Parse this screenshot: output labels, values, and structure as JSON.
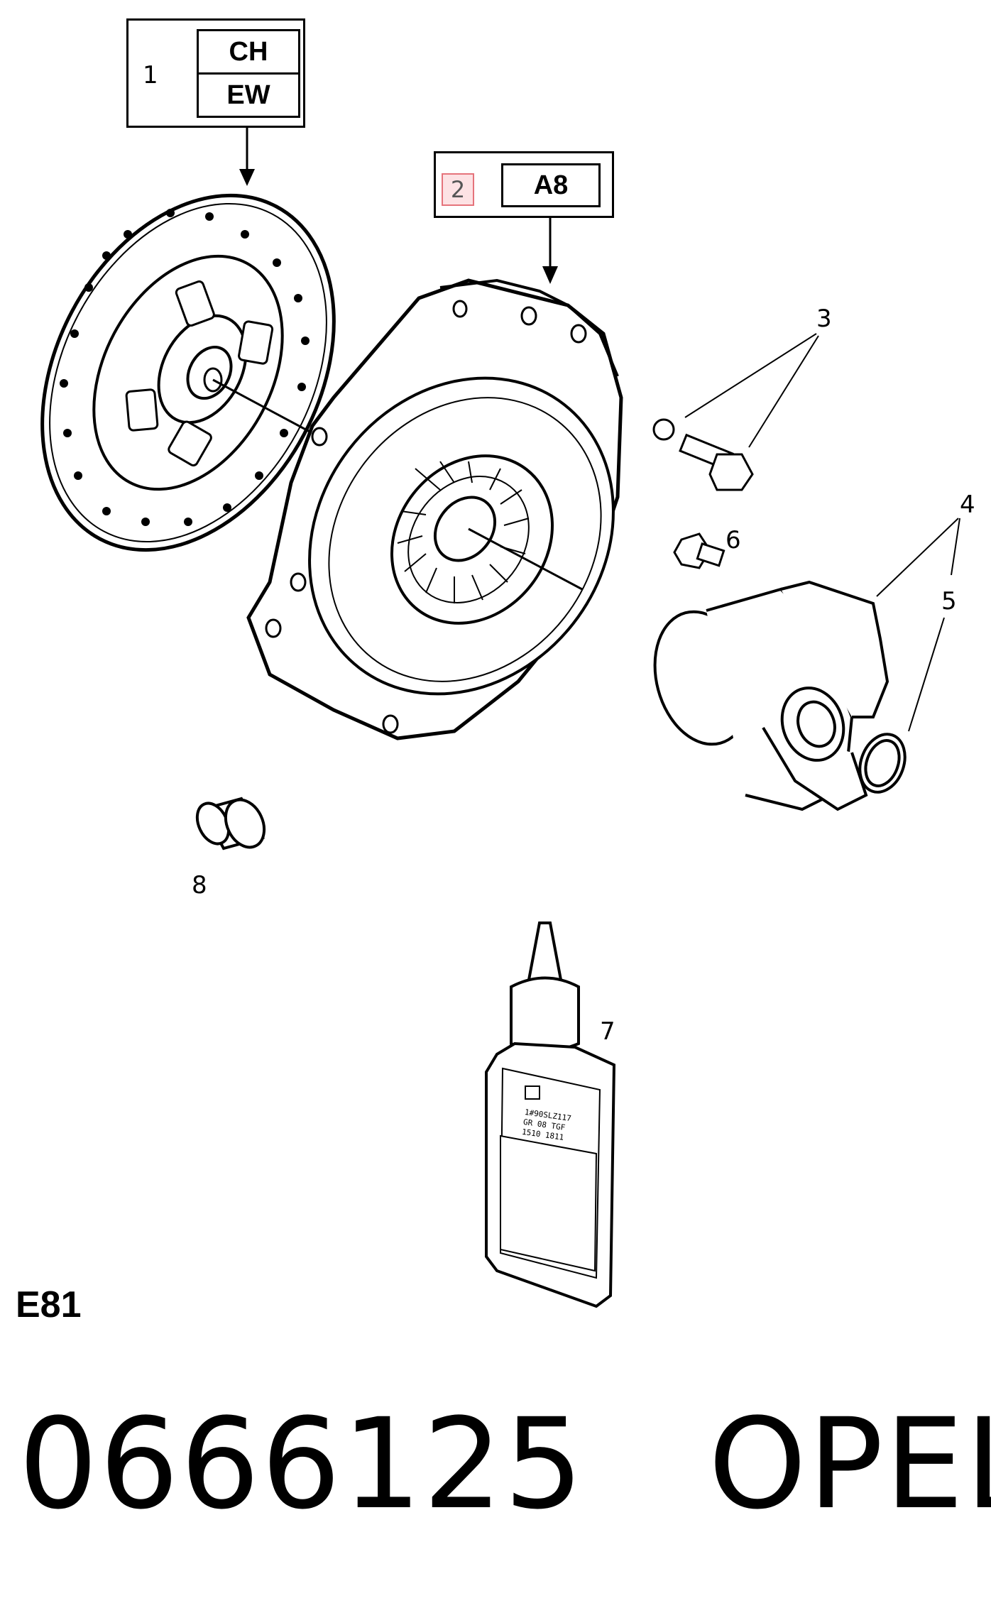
{
  "header_boxes": [
    {
      "callout": "1",
      "codes": [
        "CH",
        "EW"
      ]
    },
    {
      "callout": "2",
      "codes": [
        "A8"
      ]
    }
  ],
  "callouts": {
    "c3": "3",
    "c4": "4",
    "c5": "5",
    "c6": "6",
    "c7": "7",
    "c8": "8"
  },
  "bottle_label": [
    "1#90SLZ117",
    "GR 08 TGF",
    "1510 1811"
  ],
  "diagram_code": "E81",
  "part_number": "0666125",
  "brand": "OPEL",
  "highlight_color": "#fde2e4",
  "line_color": "#000000"
}
